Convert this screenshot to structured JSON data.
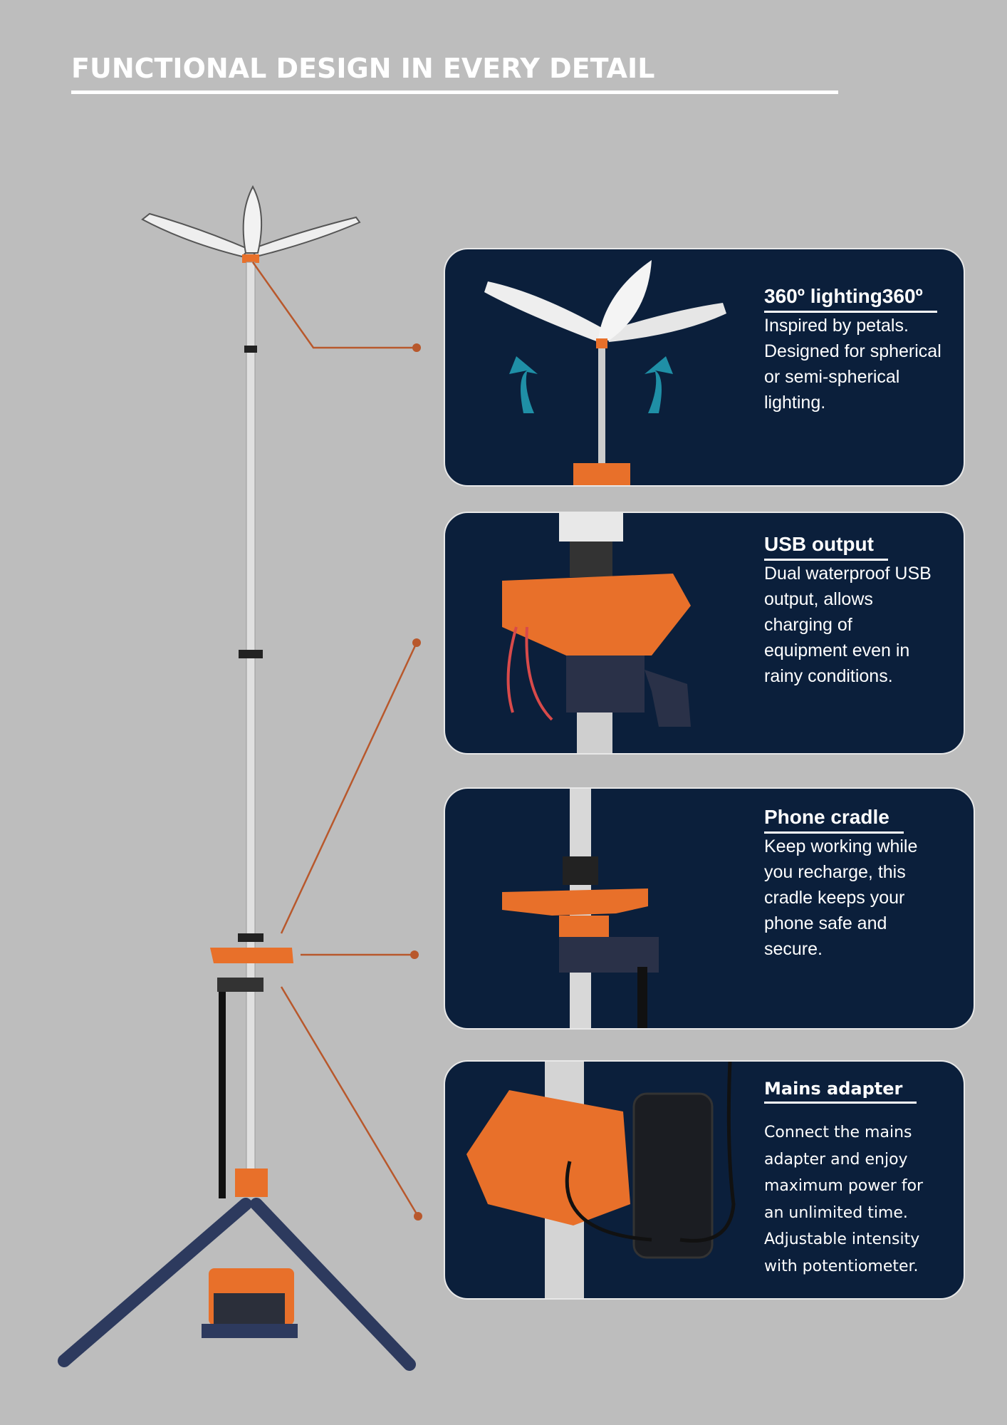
{
  "header": {
    "title": "FUNCTIONAL DESIGN IN EVERY DETAIL"
  },
  "colors": {
    "background": "#bdbdbd",
    "card": "#0b1f3b",
    "accent": "#e8702a",
    "leader": "#b8582c"
  },
  "features": [
    {
      "heading": "360º lighting360º",
      "body": [
        "Inspired by petals.",
        "Designed for spherical",
        "or semi-spherical",
        "lighting."
      ]
    },
    {
      "heading": "USB output",
      "body": [
        "Dual waterproof USB",
        "output, allows",
        "charging of",
        "equipment even in",
        "rainy conditions."
      ]
    },
    {
      "heading": "Phone cradle",
      "body": [
        "Keep working while",
        "you recharge, this",
        "cradle keeps your",
        "phone safe and",
        "secure."
      ]
    },
    {
      "heading": "Mains adapter",
      "body": [
        "Connect the mains",
        "adapter and enjoy",
        "maximum power for",
        "an unlimited time.",
        "Adjustable intensity",
        "with potentiometer."
      ]
    }
  ]
}
